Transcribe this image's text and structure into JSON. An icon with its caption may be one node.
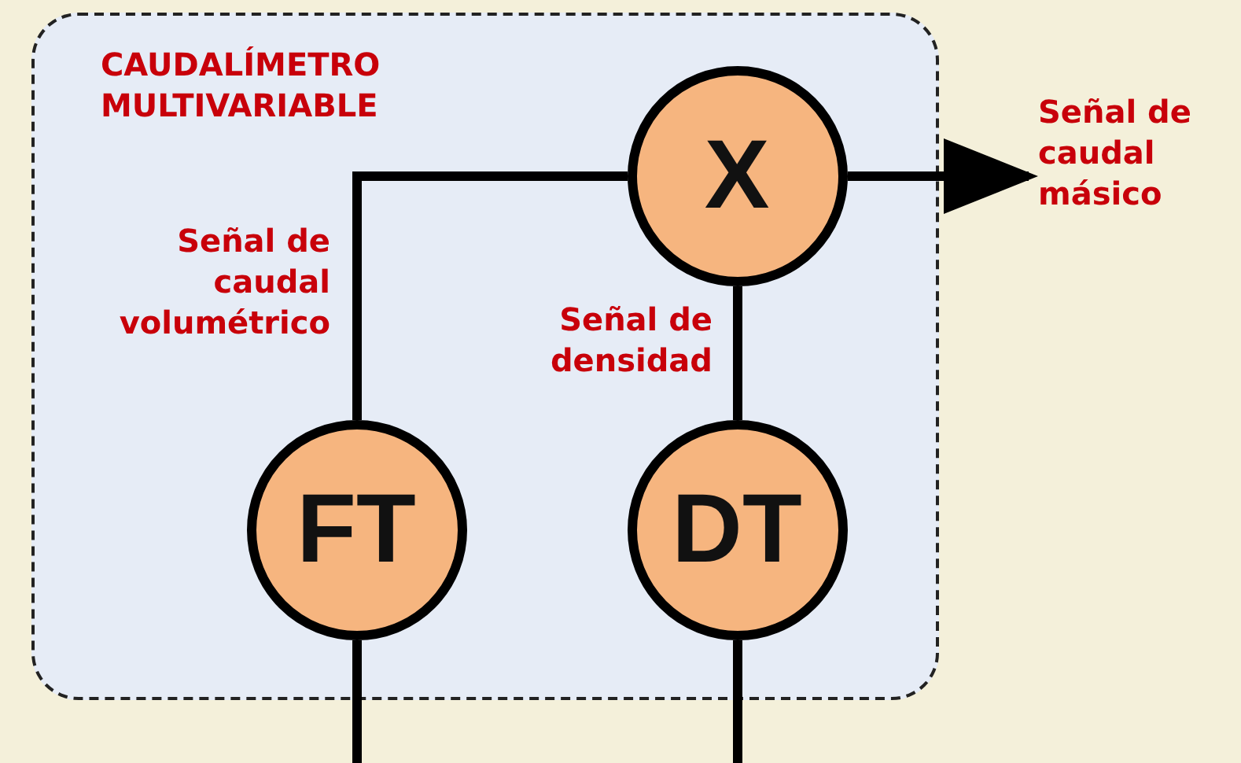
{
  "diagram": {
    "nodes": [
      {
        "text": [
          "CAUDALÍMETRO MULTIVARIABLE"
        ]
      },
      {
        "text": [
          "X"
        ],
        "in": 0
      },
      {
        "text": [
          "FT"
        ],
        "in": 0
      },
      {
        "text": [
          "DT"
        ],
        "in": 0
      },
      {
        "text": [
          "Señal de caudal másico"
        ]
      }
    ],
    "edges": [
      {
        "from": 2,
        "to": 1,
        "arrow": "none",
        "label": "Señal de caudal volumétrico"
      },
      {
        "from": 3,
        "to": 1,
        "arrow": "none",
        "label": "Señal de densidad"
      },
      {
        "from": 1,
        "to": 4,
        "arrow": "to"
      },
      {
        "from": null,
        "to": 2,
        "arrow": "none"
      },
      {
        "from": null,
        "to": 3,
        "arrow": "none"
      }
    ]
  }
}
